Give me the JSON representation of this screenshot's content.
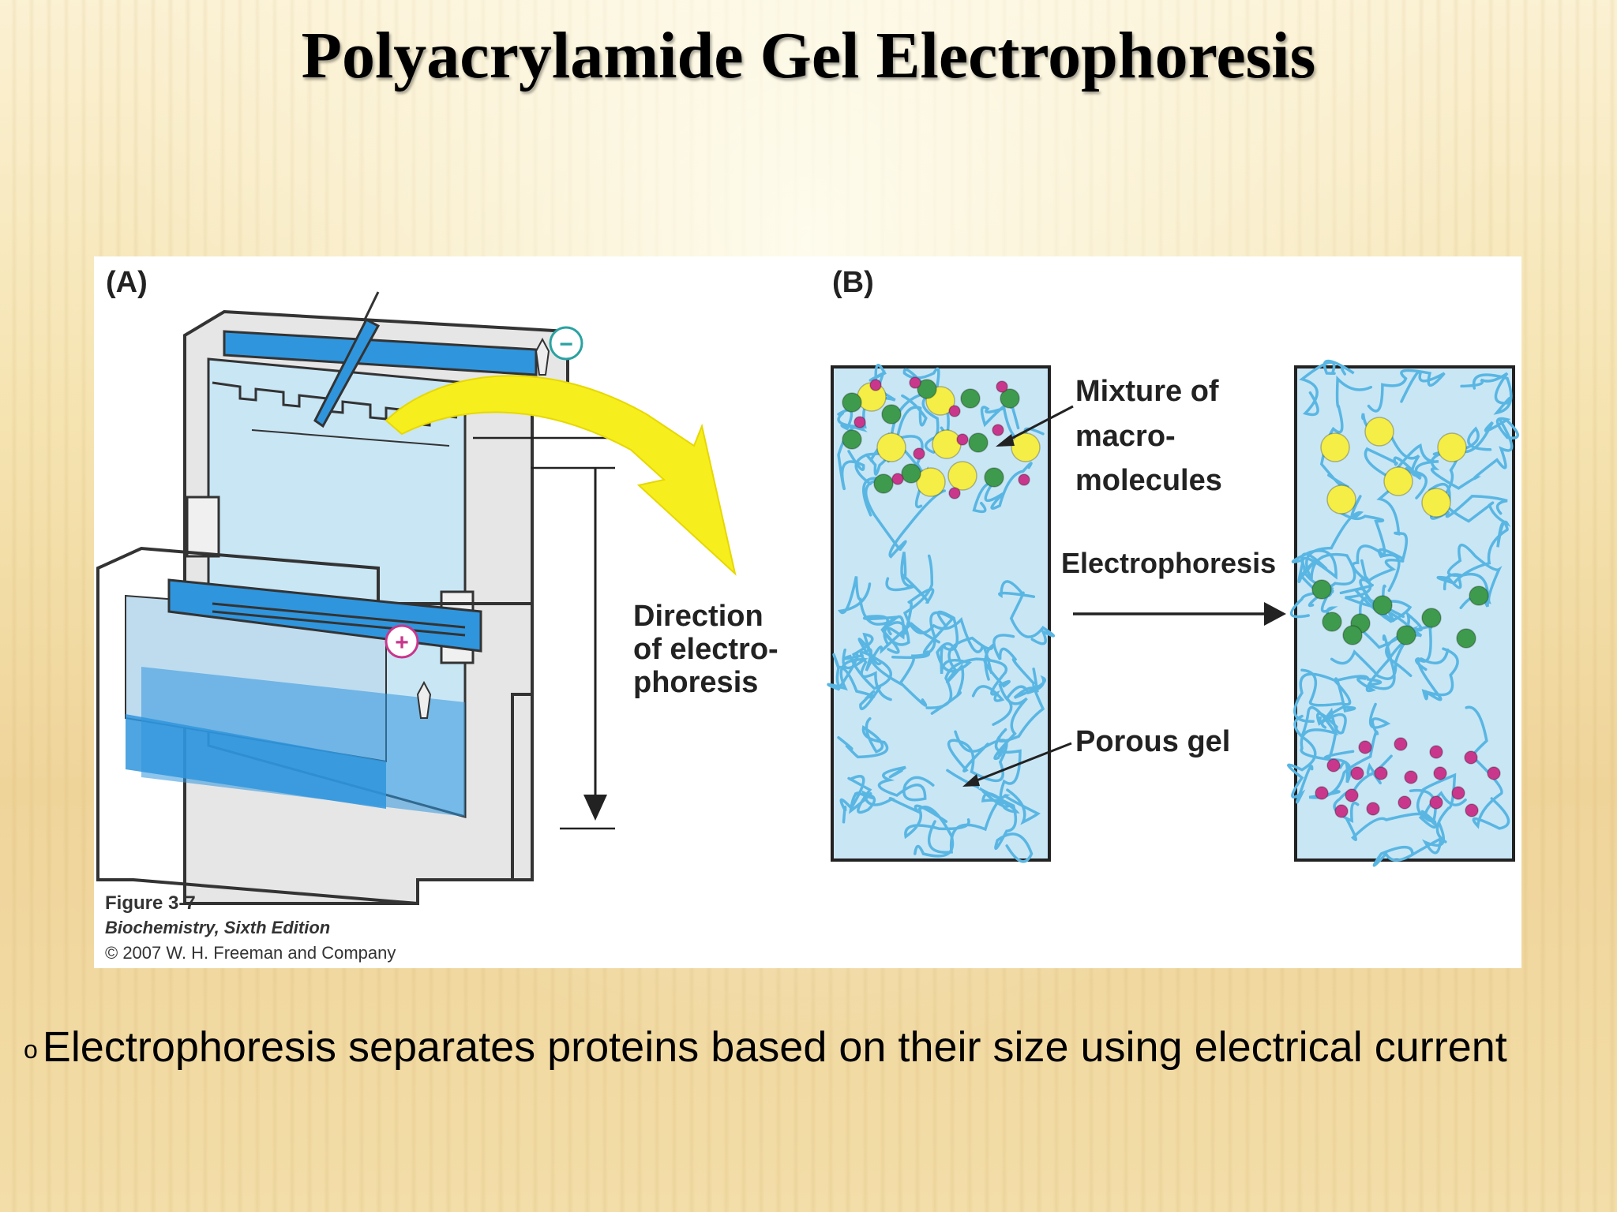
{
  "slide": {
    "title": "Polyacrylamide Gel Electrophoresis",
    "bullet_marker": "o",
    "bullet_text": "Electrophoresis separates proteins based on their size using electrical current"
  },
  "figure": {
    "panel_a_label": "(A)",
    "panel_b_label": "(B)",
    "negative_symbol": "−",
    "positive_symbol": "+",
    "direction_label_lines": [
      "Direction",
      "of electro-",
      "phoresis"
    ],
    "mixture_label_lines": [
      "Mixture of",
      "macro-",
      "molecules"
    ],
    "process_label": "Electrophoresis",
    "porous_gel_label": "Porous gel",
    "caption_lines": [
      "Figure 3-7",
      "Biochemistry, Sixth Edition",
      "© 2007 W. H. Freeman and Company"
    ]
  },
  "colors": {
    "gel_fill": "#c9e6f5",
    "fiber": "#59b6e3",
    "buffer": "#2f95dd",
    "large_molecule": "#f4ee46",
    "medium_molecule": "#3e9a4c",
    "small_molecule": "#c8378c",
    "arrow_yellow": "#f7ee1e"
  }
}
